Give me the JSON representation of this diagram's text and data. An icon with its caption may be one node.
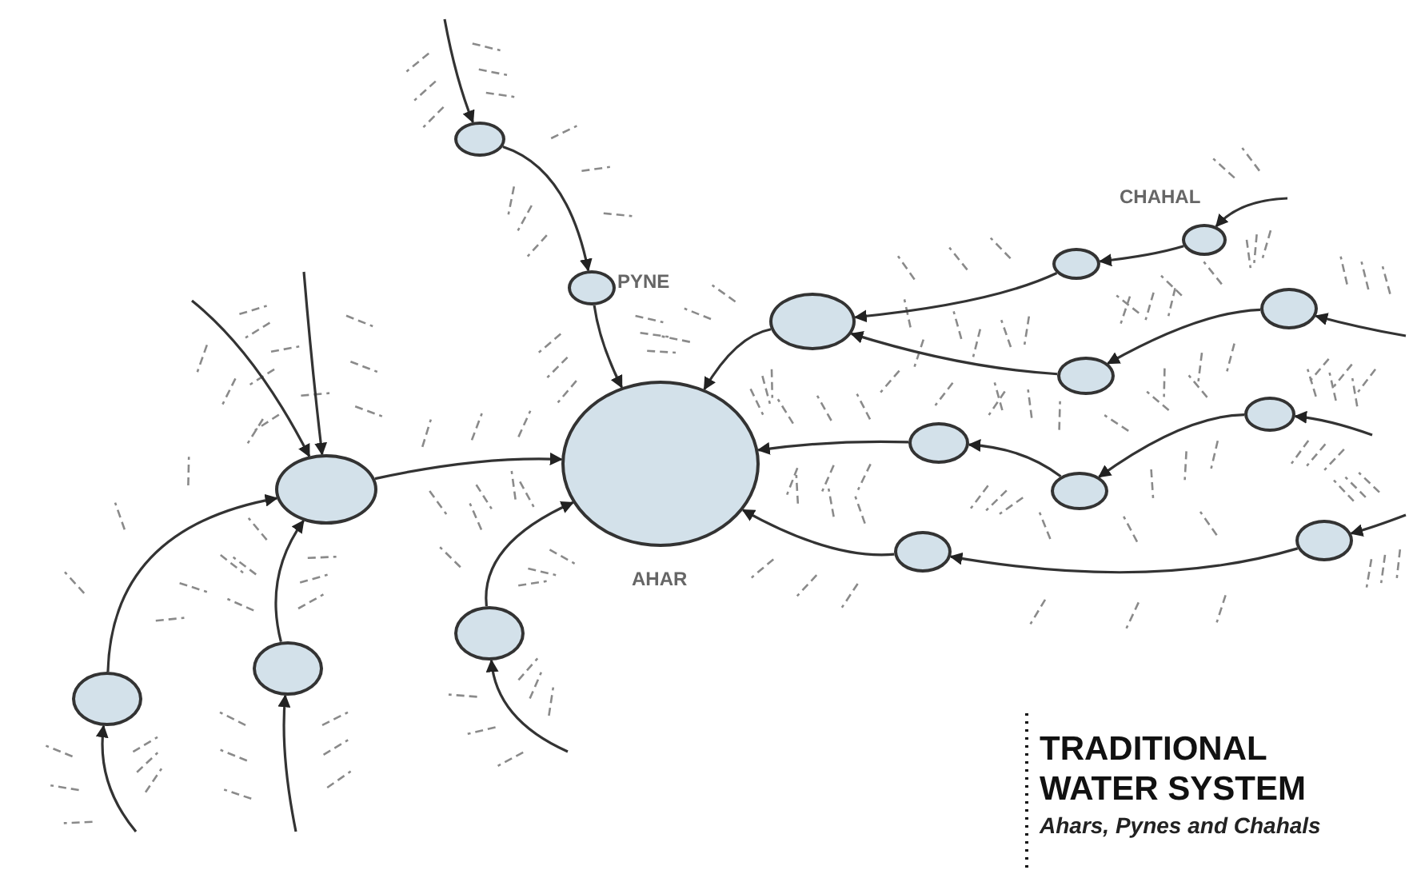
{
  "diagram": {
    "title": "TRADITIONAL WATER SYSTEM",
    "caption": "Ahars, Pynes and Chahals",
    "nodes": [
      {
        "text": [],
        "shape": "ellipse"
      },
      {
        "text": [],
        "shape": "ellipse",
        "beside": [
          "PYNE"
        ]
      },
      {
        "text": [],
        "shape": "ellipse",
        "beside": [
          "AHAR"
        ]
      },
      {
        "text": [],
        "shape": "ellipse"
      },
      {
        "text": [],
        "shape": "ellipse"
      },
      {
        "text": [],
        "shape": "ellipse"
      },
      {
        "text": [],
        "shape": "ellipse"
      },
      {
        "text": [],
        "shape": "ellipse"
      },
      {
        "text": [],
        "shape": "ellipse"
      },
      {
        "text": [],
        "shape": "ellipse",
        "beside": [
          "CHAHAL"
        ]
      },
      {
        "text": [],
        "shape": "ellipse"
      },
      {
        "text": [],
        "shape": "ellipse"
      },
      {
        "text": [],
        "shape": "ellipse"
      },
      {
        "text": [],
        "shape": "ellipse"
      },
      {
        "text": [],
        "shape": "ellipse"
      },
      {
        "text": [],
        "shape": "ellipse"
      },
      {
        "text": [],
        "shape": "ellipse"
      }
    ],
    "edges": [
      {
        "from": null,
        "to": 0,
        "arrow": "to"
      },
      {
        "from": 0,
        "to": 1,
        "arrow": "to"
      },
      {
        "from": 1,
        "to": 2,
        "arrow": "to"
      },
      {
        "from": 3,
        "to": 2,
        "arrow": "to"
      },
      {
        "from": 6,
        "to": 2,
        "arrow": "to"
      },
      {
        "from": 7,
        "to": 2,
        "arrow": "to"
      },
      {
        "from": 12,
        "to": 2,
        "arrow": "to"
      },
      {
        "from": 15,
        "to": 2,
        "arrow": "to"
      },
      {
        "from": 4,
        "to": 3,
        "arrow": "to"
      },
      {
        "from": 5,
        "to": 3,
        "arrow": "to"
      },
      {
        "from": 8,
        "to": 7,
        "arrow": "to"
      },
      {
        "from": 9,
        "to": 8,
        "arrow": "to"
      },
      {
        "from": 11,
        "to": 7,
        "arrow": "to"
      },
      {
        "from": 10,
        "to": 11,
        "arrow": "to"
      },
      {
        "from": 13,
        "to": 12,
        "arrow": "to"
      },
      {
        "from": 14,
        "to": 13,
        "arrow": "to"
      },
      {
        "from": 16,
        "to": 15,
        "arrow": "to"
      },
      {
        "from": null,
        "to": 3,
        "arrow": "to"
      },
      {
        "from": null,
        "to": 3,
        "arrow": "to"
      },
      {
        "from": null,
        "to": 4,
        "arrow": "to"
      },
      {
        "from": null,
        "to": 5,
        "arrow": "to"
      },
      {
        "from": null,
        "to": 6,
        "arrow": "to"
      },
      {
        "from": null,
        "to": 9,
        "arrow": "to"
      },
      {
        "from": null,
        "to": 10,
        "arrow": "to"
      },
      {
        "from": null,
        "to": 14,
        "arrow": "to"
      },
      {
        "from": null,
        "to": 16,
        "arrow": "to"
      }
    ]
  }
}
